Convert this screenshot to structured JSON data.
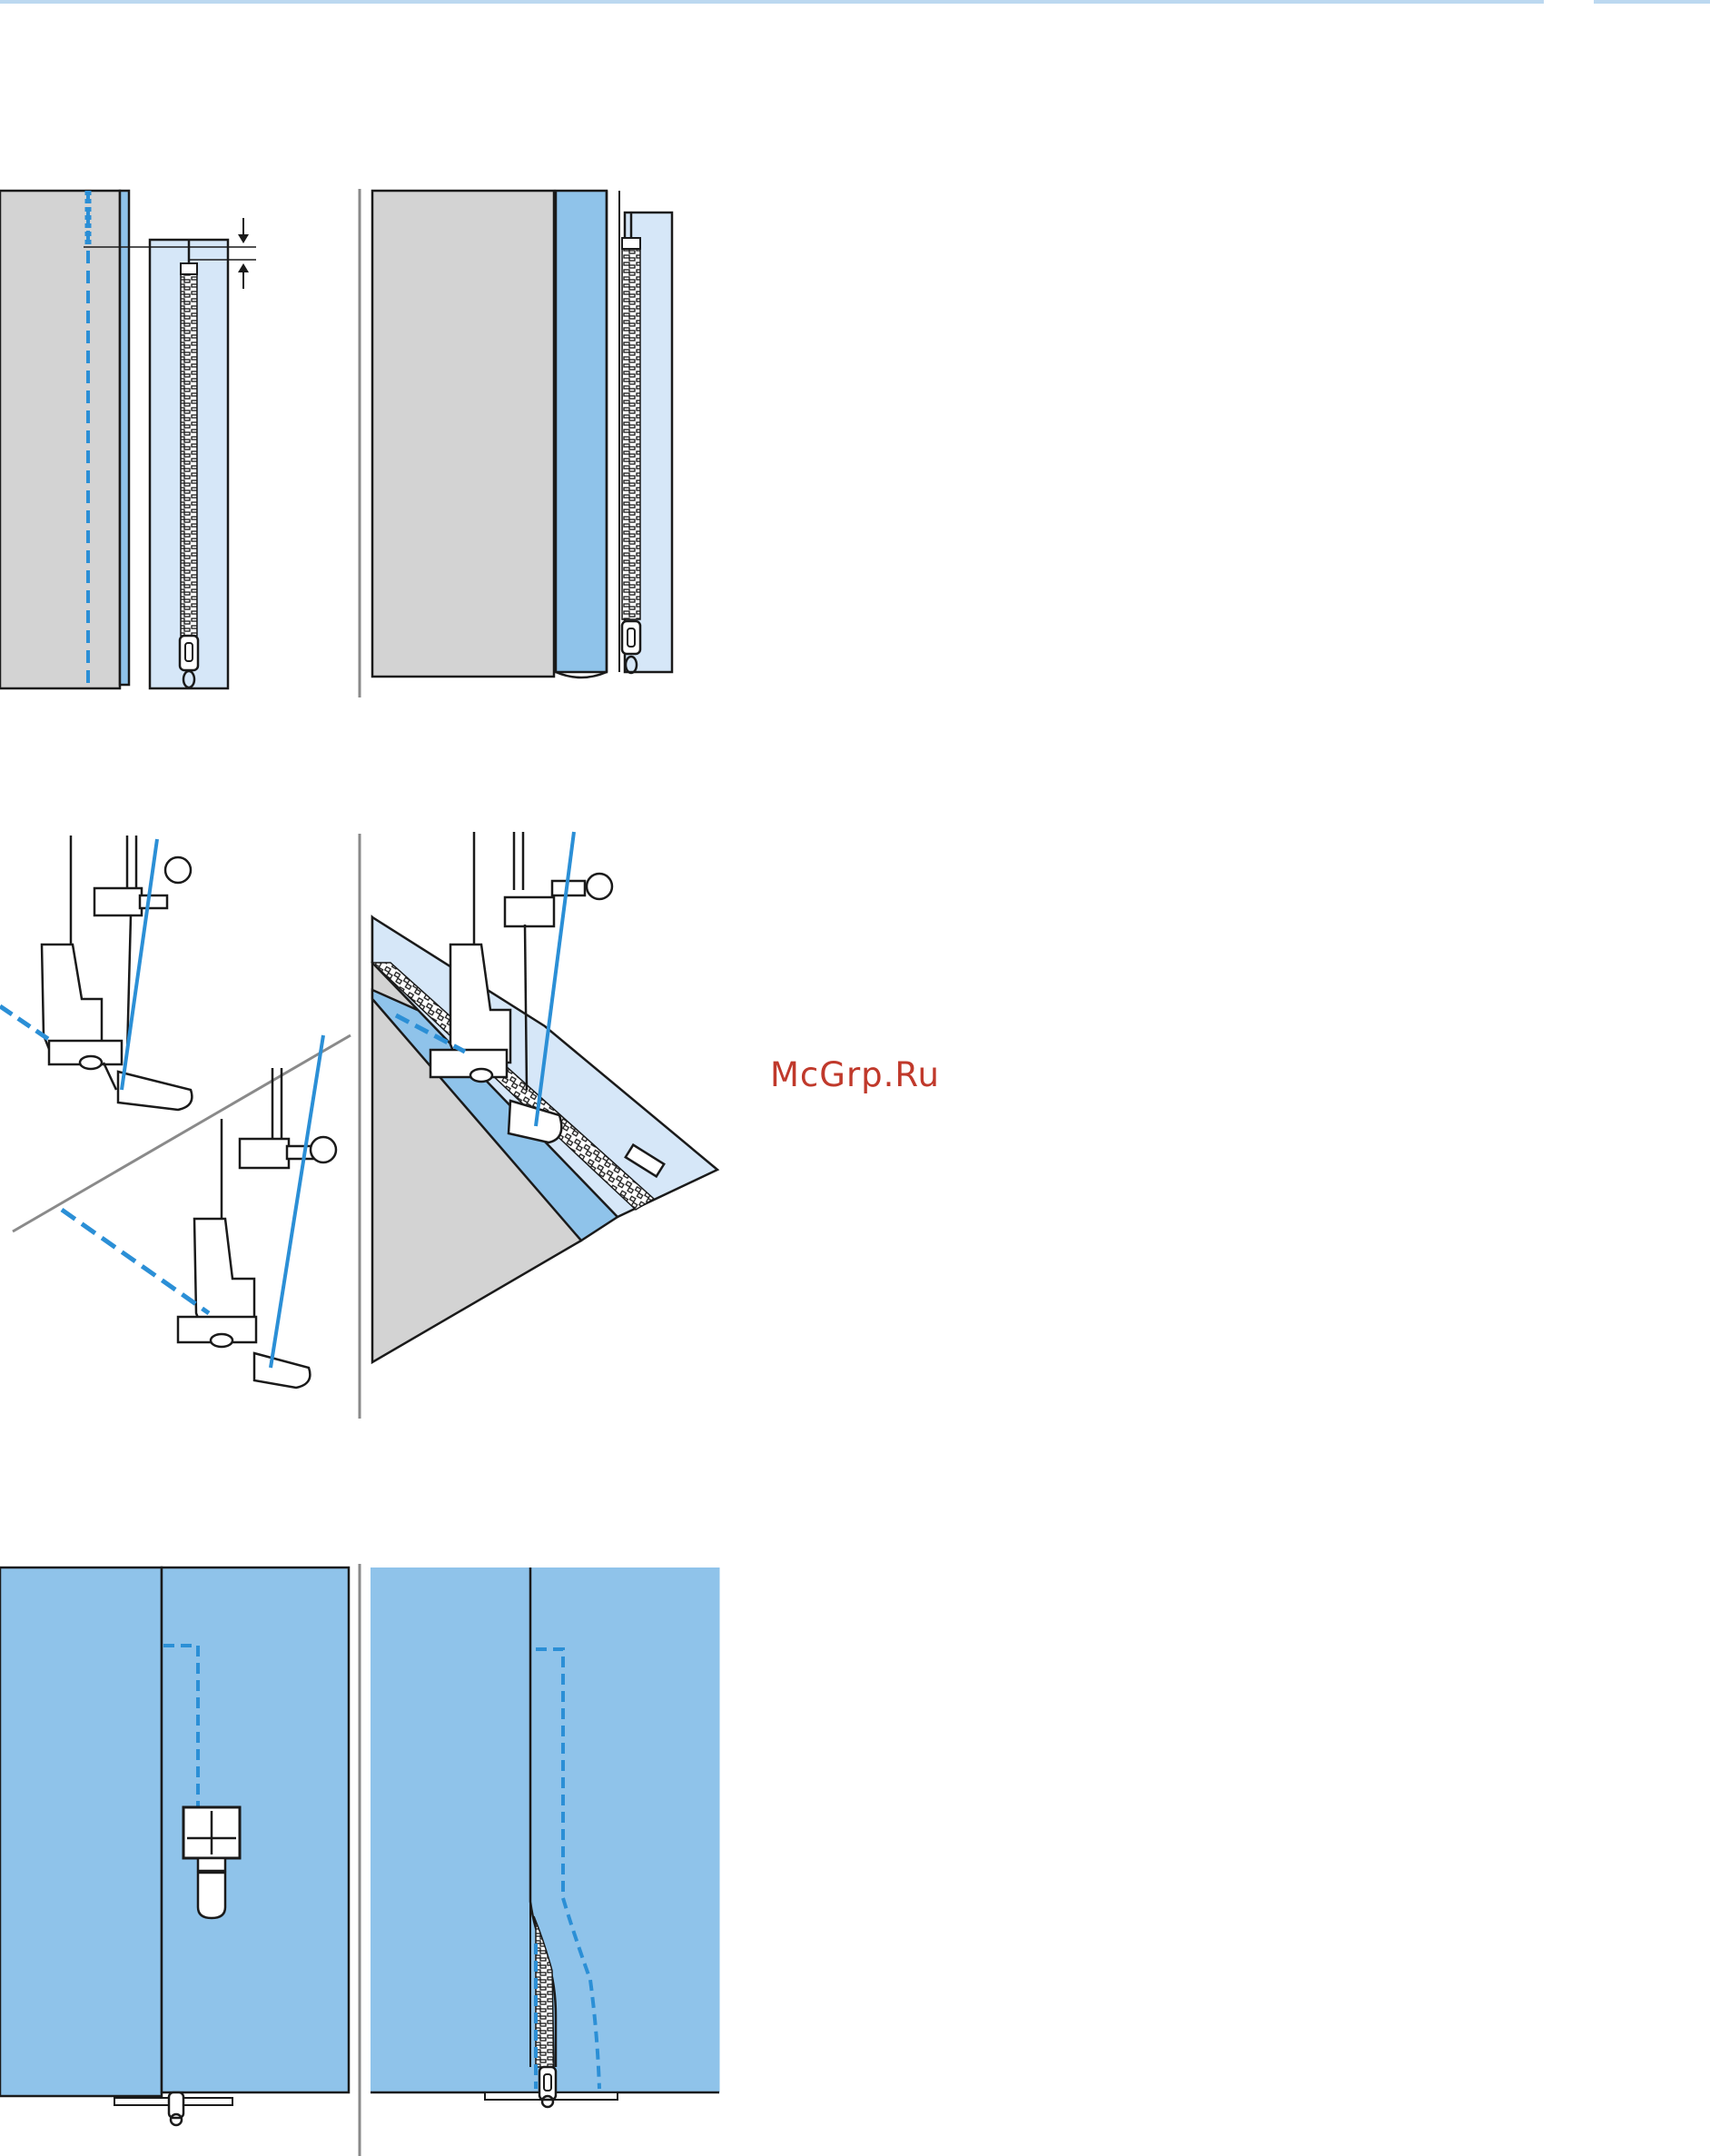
{
  "page": {
    "watermark": "McGrp.Ru",
    "colors": {
      "fabric_gray": "#d3d3d3",
      "fabric_blue": "#8fc3ea",
      "zipper_tape": "#d6e7f8",
      "stitch_line": "#2b8fd6",
      "outline": "#1a1a1a",
      "divider": "#8a8a8a",
      "header_bar": "#bcd8f0"
    },
    "figures": [
      {
        "name": "zipper-placement-figure",
        "step": 1
      },
      {
        "name": "zipper-folded-figure",
        "step": 1
      },
      {
        "name": "presser-foot-adjust-figure",
        "step": 2
      },
      {
        "name": "presser-foot-sewing-zipper-figure",
        "step": 2
      },
      {
        "name": "zipper-foot-on-fabric-figure",
        "step": 3
      },
      {
        "name": "finished-zipper-figure",
        "step": 3
      }
    ]
  }
}
